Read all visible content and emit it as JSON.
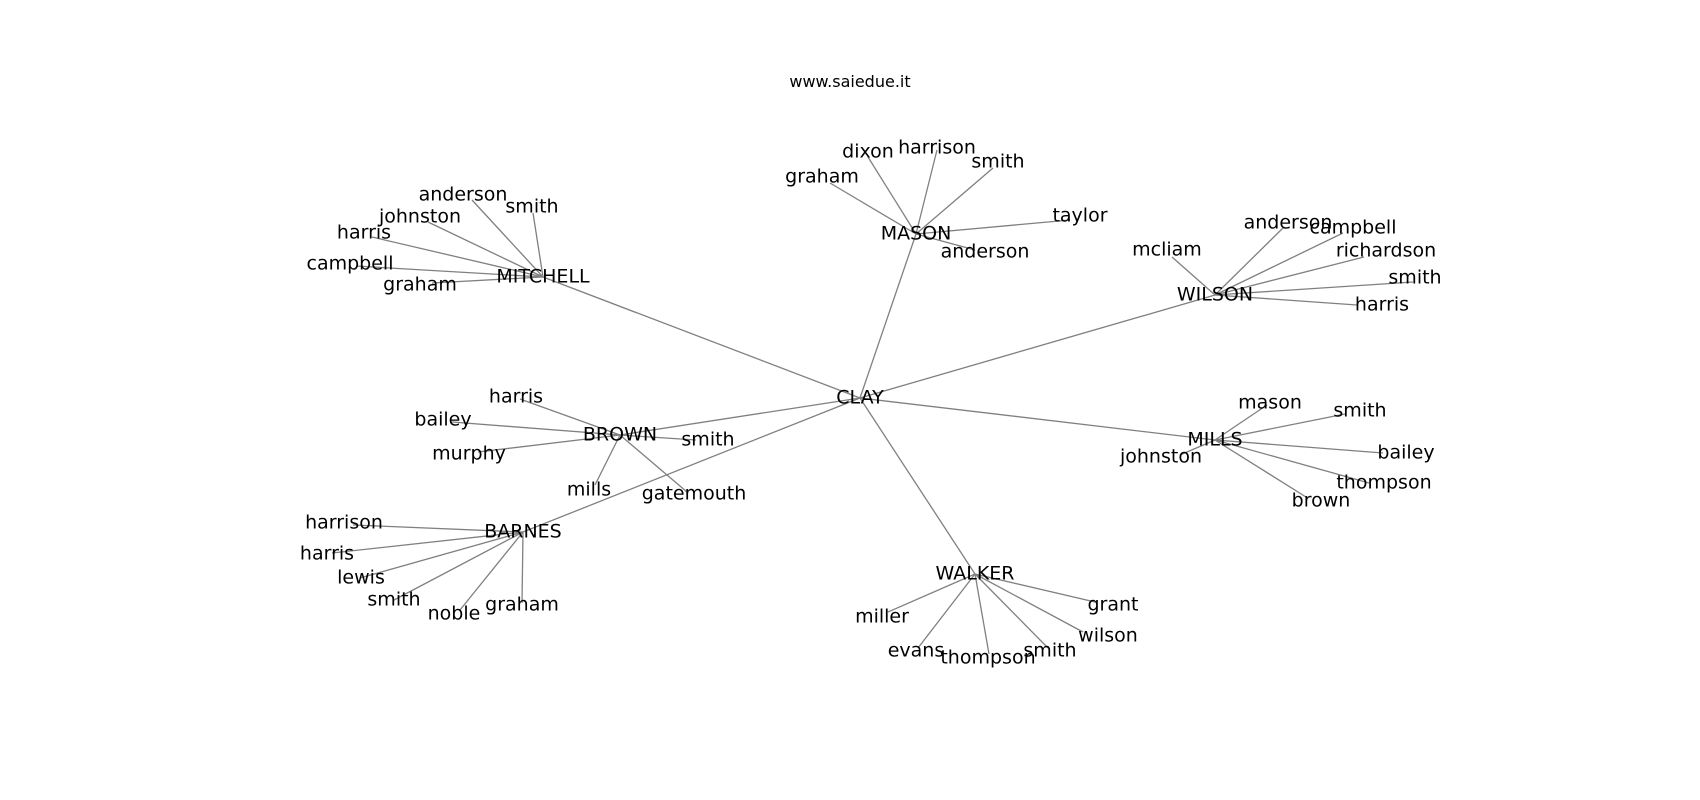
{
  "title": "www.saiedue.it",
  "graph": {
    "edges_color": "#808080",
    "root": "CLAY",
    "hubs": [
      {
        "id": "MITCHELL",
        "leaves": [
          "anderson",
          "smith",
          "johnston",
          "harris",
          "campbell",
          "graham"
        ]
      },
      {
        "id": "MASON",
        "leaves": [
          "dixon",
          "harrison",
          "smith",
          "graham",
          "taylor",
          "anderson"
        ]
      },
      {
        "id": "WILSON",
        "leaves": [
          "anderson",
          "campbell",
          "mcliam",
          "richardson",
          "smith",
          "harris"
        ]
      },
      {
        "id": "BROWN",
        "leaves": [
          "harris",
          "bailey",
          "smith",
          "murphy",
          "mills",
          "gatemouth"
        ]
      },
      {
        "id": "BARNES",
        "leaves": [
          "harrison",
          "harris",
          "lewis",
          "smith",
          "noble",
          "graham"
        ]
      },
      {
        "id": "MILLS",
        "leaves": [
          "mason",
          "smith",
          "johnston",
          "bailey",
          "thompson",
          "brown"
        ]
      },
      {
        "id": "WALKER",
        "leaves": [
          "grant",
          "miller",
          "wilson",
          "evans",
          "thompson",
          "smith"
        ]
      }
    ]
  }
}
